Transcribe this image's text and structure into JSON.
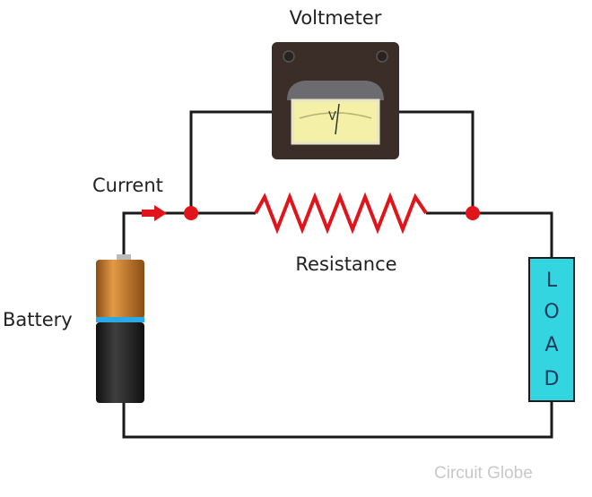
{
  "labels": {
    "voltmeter": "Voltmeter",
    "current": "Current",
    "resistance": "Resistance",
    "battery": "Battery",
    "load_letters": [
      "L",
      "O",
      "A",
      "D"
    ],
    "meter_symbol": "V"
  },
  "watermark": "Circuit Globe",
  "colors": {
    "wire": "#1a1a1a",
    "node": "#e0141a",
    "resistor": "#e0141a",
    "load": "#33d6e0",
    "meter_case": "#3b2e28",
    "meter_face": "#f4f0a8",
    "battery_top": "#c77a2a",
    "battery_band": "#2aa8e8",
    "battery_body": "#2b2b2b"
  }
}
